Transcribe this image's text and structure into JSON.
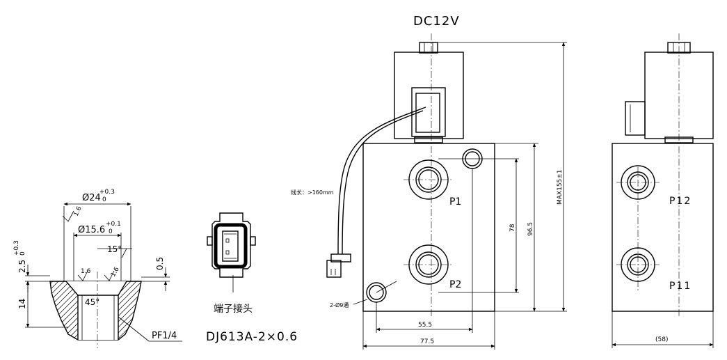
{
  "section_view": {
    "dim_outer_dia": "Ø24",
    "dim_outer_tol_upper": "+0.3",
    "dim_outer_tol_lower": "0",
    "roughness_top": "1.6",
    "dim_inner_dia": "Ø15.6",
    "dim_inner_tol_upper": "+0.1",
    "dim_inner_tol_lower": "0",
    "angle_small": "15°",
    "depth_main": "2.5",
    "depth_tol_upper": "+0.3",
    "depth_tol_lower": "0",
    "chamfer_depth": "0.5",
    "roughness_left": "1.6",
    "roughness_right": "1.6",
    "angle_chamfer": "45°",
    "height": "14",
    "thread": "PF1/4"
  },
  "connector_view": {
    "caption_cn": "端子接头",
    "model": "DJ613A-2×0.6"
  },
  "front_view": {
    "voltage": "DC12V",
    "wire_length": "线长：>160mm",
    "port_upper": "P1",
    "port_lower": "P2",
    "mount_holes": "2-Ø9通",
    "dim_height_total": "MAX155±1",
    "dim_port_spacing": "78",
    "dim_body_height": "96.5",
    "dim_port_offset": "55.5",
    "dim_body_width": "77.5"
  },
  "side_view": {
    "port_upper": "P12",
    "port_lower": "P11",
    "dim_width": "(58)"
  }
}
